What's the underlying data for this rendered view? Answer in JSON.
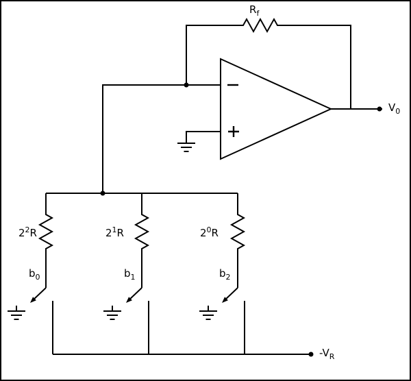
{
  "labels": {
    "feedback_resistor": {
      "base": "R",
      "sub": "f"
    },
    "output": {
      "base": "V",
      "sub": "0"
    },
    "reference": {
      "base": "-V",
      "sub": "R"
    }
  },
  "resistors": [
    {
      "coef": "2",
      "exp": "2",
      "suffix": "R"
    },
    {
      "coef": "2",
      "exp": "1",
      "suffix": "R"
    },
    {
      "coef": "2",
      "exp": "0",
      "suffix": "R"
    }
  ],
  "switches": [
    {
      "base": "b",
      "sub": "0"
    },
    {
      "base": "b",
      "sub": "1"
    },
    {
      "base": "b",
      "sub": "2"
    }
  ],
  "colors": {
    "wire": "#000000",
    "background": "#ffffff"
  }
}
